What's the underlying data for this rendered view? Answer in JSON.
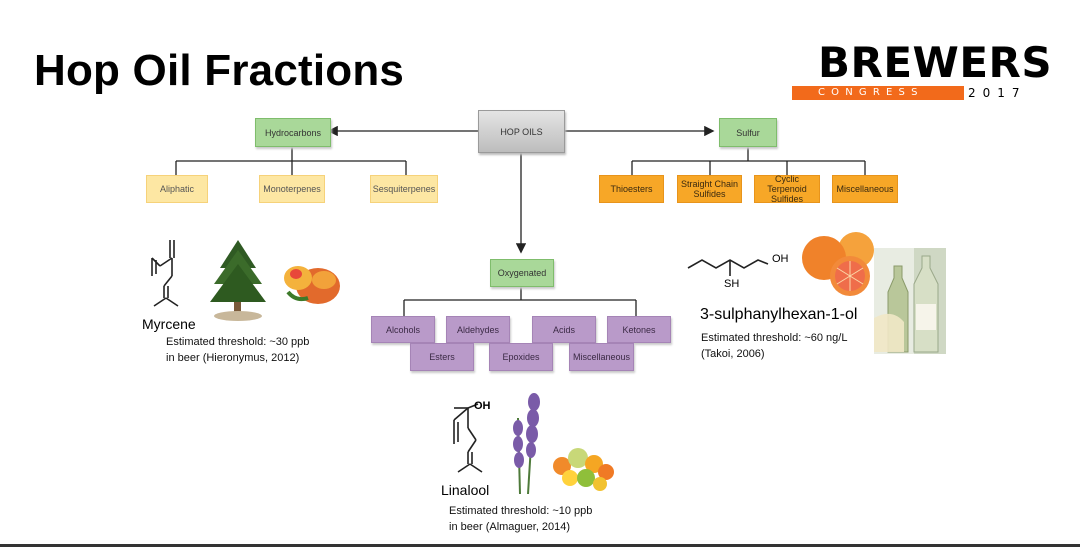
{
  "slide": {
    "title": "Hop Oil Fractions",
    "logo": {
      "word": "BREWERS",
      "band": "CONGRESS",
      "year": "2017"
    }
  },
  "diagram": {
    "root": "HOP OILS",
    "hydrocarbons": {
      "label": "Hydrocarbons",
      "children": [
        "Aliphatic",
        "Monoterpenes",
        "Sesquiterpenes"
      ]
    },
    "sulfur": {
      "label": "Sulfur",
      "children": [
        "Thioesters",
        "Straight Chain Sulfides",
        "Cyclic Terpenoid Sulfides",
        "Miscellaneous"
      ]
    },
    "oxygenated": {
      "label": "Oxygenated",
      "row1": [
        "Alcohols",
        "Aldehydes",
        "Acids",
        "Ketones"
      ],
      "row2": [
        "Esters",
        "Epoxides",
        "Miscellaneous"
      ]
    }
  },
  "compounds": {
    "myrcene": {
      "name": "Myrcene",
      "threshold_line1": "Estimated threshold: ~30 ppb",
      "threshold_line2": "in beer (Hieronymus, 2012)"
    },
    "linalool": {
      "name": "Linalool",
      "oh": "OH",
      "threshold_line1": "Estimated threshold: ~10 ppb",
      "threshold_line2": "in beer (Almaguer, 2014)"
    },
    "sulphanyl": {
      "name": "3-sulphanylhexan-1-ol",
      "oh": "OH",
      "sh": "SH",
      "threshold_line1": "Estimated threshold: ~60 ng/L",
      "threshold_line2": "(Takoi, 2006)"
    }
  },
  "colors": {
    "root": "#cfcfcf",
    "hydrocarbons_category": "#a9d899",
    "hydrocarbons_children": "#fde7a3",
    "sulfur_children": "#f7a727",
    "oxygenated_children": "#b99ac9",
    "logo_accent": "#f26a1b"
  }
}
